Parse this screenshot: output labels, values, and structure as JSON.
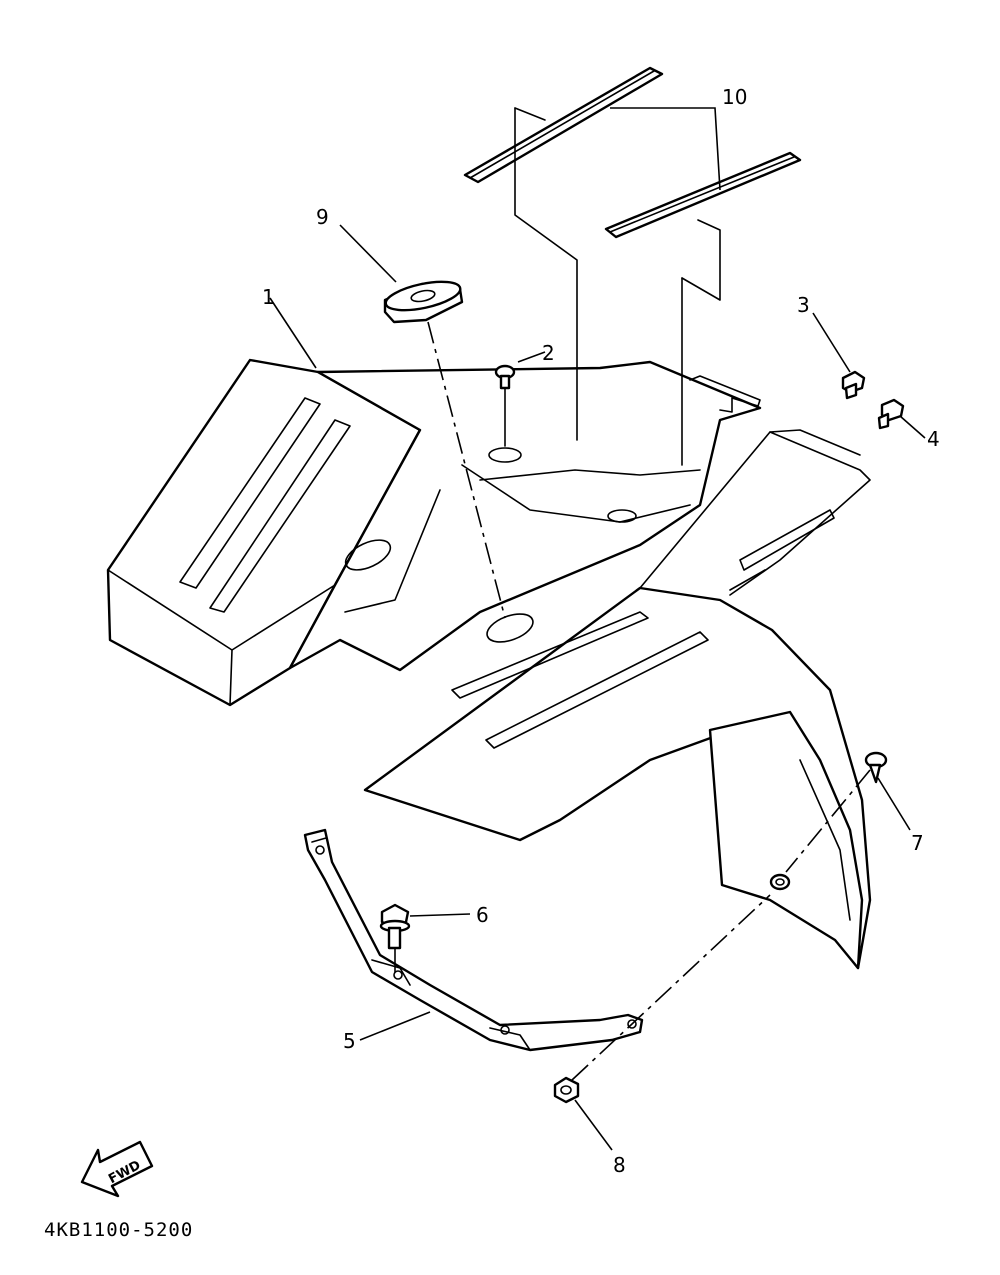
{
  "diagram_code": "4KB1100-5200",
  "fwd_label": "FWD",
  "callouts": {
    "c1": "1",
    "c2": "2",
    "c3": "3",
    "c4": "4",
    "c5": "5",
    "c6": "6",
    "c7": "7",
    "c8": "8",
    "c9": "9",
    "c10": "10"
  }
}
